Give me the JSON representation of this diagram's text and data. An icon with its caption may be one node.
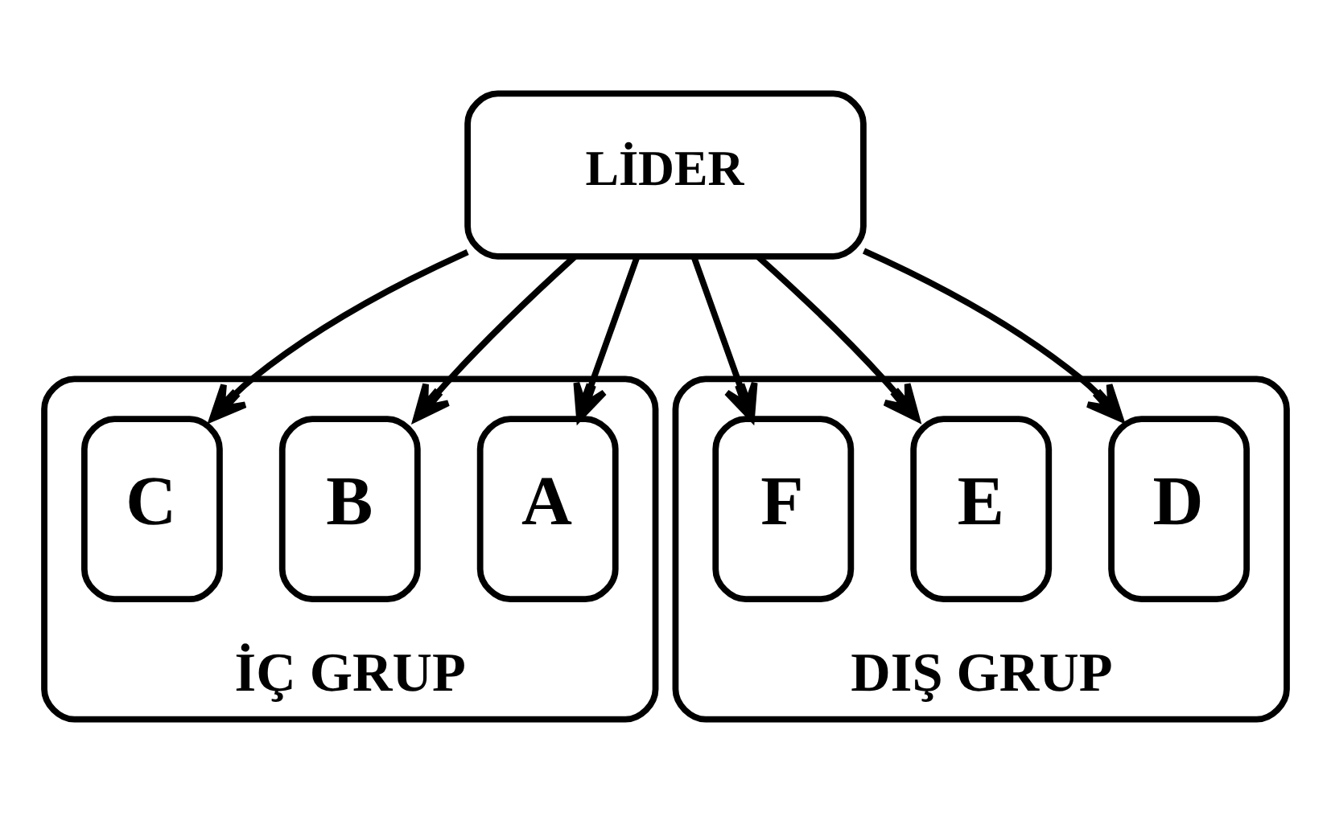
{
  "diagram": {
    "nodes": [
      {
        "text": [
          "LİDER"
        ]
      },
      {
        "text": [
          "İÇ GRUP"
        ]
      },
      {
        "text": [
          "A"
        ],
        "in": 1
      },
      {
        "text": [
          "B"
        ],
        "in": 1
      },
      {
        "text": [
          "C"
        ],
        "in": 1
      },
      {
        "text": [
          "DIŞ GRUP"
        ]
      },
      {
        "text": [
          "D"
        ],
        "in": 5
      },
      {
        "text": [
          "E"
        ],
        "in": 5
      },
      {
        "text": [
          "F"
        ],
        "in": 5
      }
    ],
    "edges": [
      {
        "from": 0,
        "to": 2,
        "arrow": "to"
      },
      {
        "from": 0,
        "to": 3,
        "arrow": "to"
      },
      {
        "from": 0,
        "to": 4,
        "arrow": "to"
      },
      {
        "from": 0,
        "to": 6,
        "arrow": "to"
      },
      {
        "from": 0,
        "to": 7,
        "arrow": "to"
      },
      {
        "from": 0,
        "to": 8,
        "arrow": "to"
      }
    ]
  }
}
